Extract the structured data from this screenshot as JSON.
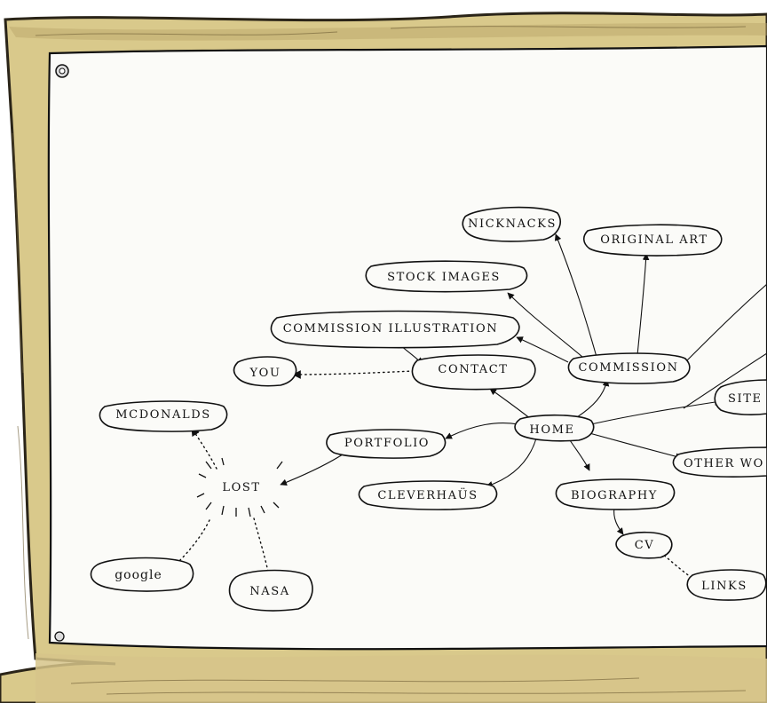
{
  "colors": {
    "board_frame": "#d9c98b",
    "board_frame_shadow": "#b7a468",
    "paper": "#fbfbf8",
    "ink": "#111111",
    "background": "#ffffff"
  },
  "sitemap": {
    "nodes": {
      "nicknacks": "NICKNACKS",
      "original_art": "ORIGINAL ART",
      "stock_images": "STOCK IMAGES",
      "commission_illustration": "COMMISSION ILLUSTRATION",
      "you": "YOU",
      "contact": "CONTACT",
      "commission": "COMMISSION",
      "site": "SITE",
      "mcdonalds": "MCDONALDS",
      "portfolio": "PORTFOLIO",
      "home": "HOME",
      "other_works": "OTHER WO",
      "lost": "LOST",
      "cleverhaus": "CLEVERHAÜS",
      "biography": "BIOGRAPHY",
      "cv": "CV",
      "google": "google",
      "nasa": "NASA",
      "links": "LINKS"
    }
  }
}
